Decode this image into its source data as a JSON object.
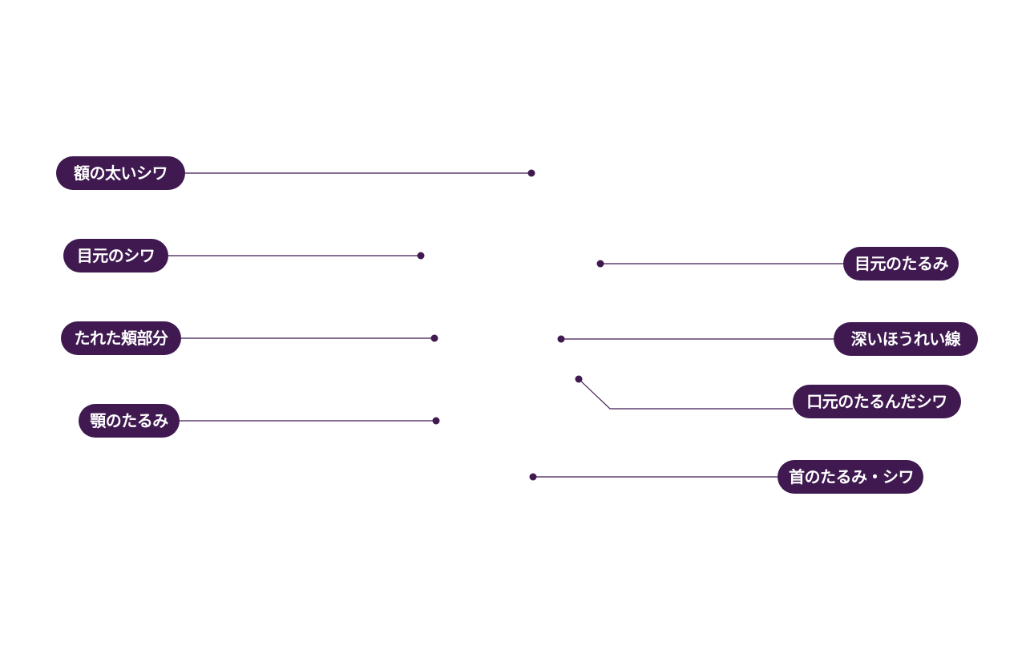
{
  "colors": {
    "accent": "#3f1950",
    "label_text": "#ffffff",
    "background": "#ffffff"
  },
  "callouts": {
    "forehead": "額の太いシワ",
    "eye_wrinkle": "目元のシワ",
    "cheek": "たれた頬部分",
    "jaw": "顎のたるみ",
    "eye_sag": "目元のたるみ",
    "nasolabial": "深いほうれい線",
    "mouth": "口元のたるんだシワ",
    "neck": "首のたるみ・シワ"
  }
}
